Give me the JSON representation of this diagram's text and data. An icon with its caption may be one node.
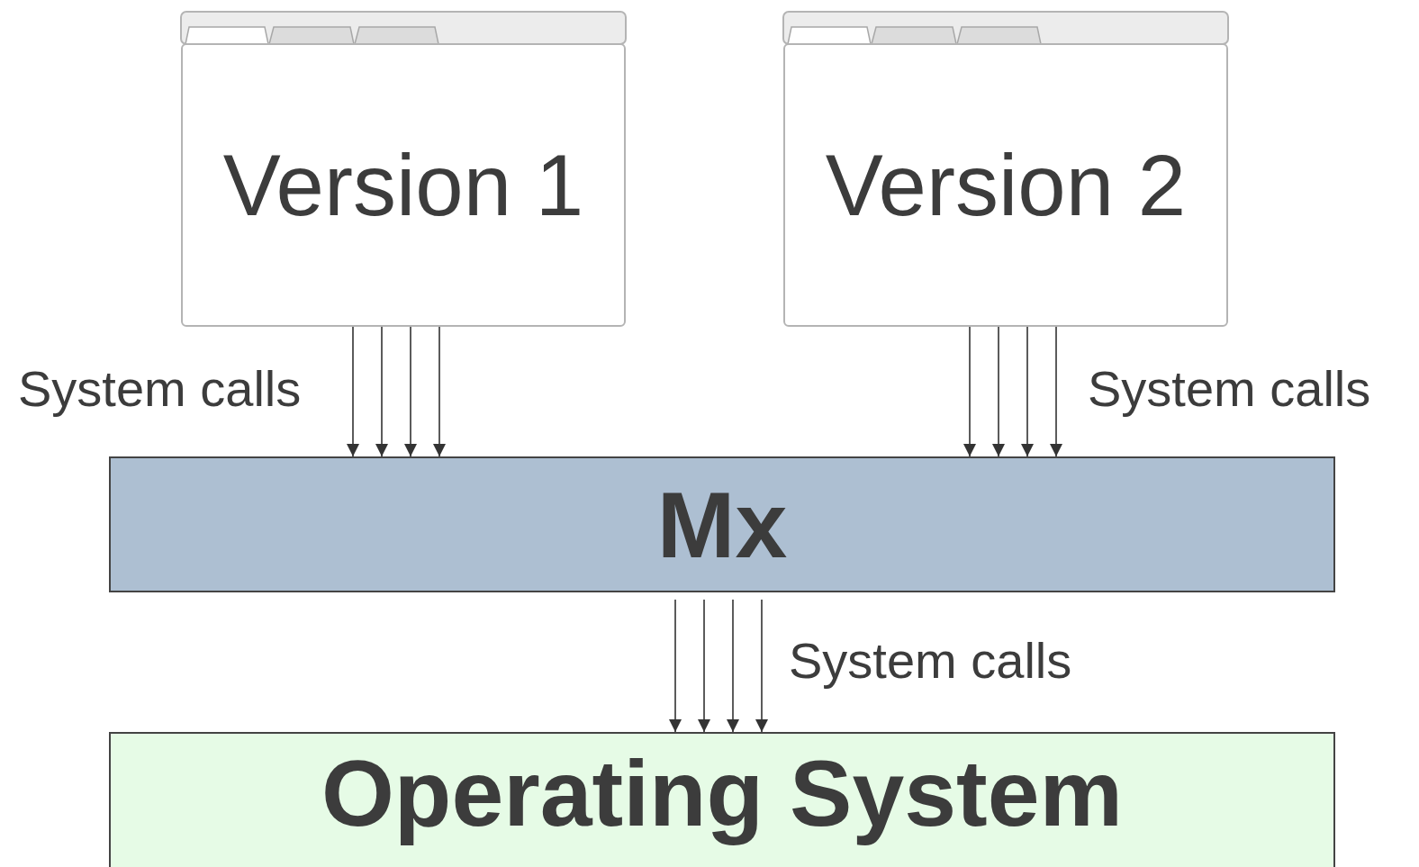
{
  "diagram": {
    "nodes": [
      {
        "text": [
          "Version 1"
        ]
      },
      {
        "text": [
          "Version 2"
        ]
      },
      {
        "text": [
          "Mx"
        ]
      },
      {
        "text": [
          "Operating System"
        ]
      }
    ],
    "edges": [
      {
        "from": 0,
        "to": 2,
        "arrow": "to"
      },
      {
        "from": 0,
        "to": 2,
        "arrow": "to"
      },
      {
        "from": 0,
        "to": 2,
        "arrow": "to"
      },
      {
        "from": 0,
        "to": 2,
        "arrow": "to"
      },
      {
        "from": 1,
        "to": 2,
        "arrow": "to"
      },
      {
        "from": 1,
        "to": 2,
        "arrow": "to"
      },
      {
        "from": 1,
        "to": 2,
        "arrow": "to"
      },
      {
        "from": 1,
        "to": 2,
        "arrow": "to"
      },
      {
        "from": 2,
        "to": 3,
        "arrow": "to"
      },
      {
        "from": 2,
        "to": 3,
        "arrow": "to"
      },
      {
        "from": 2,
        "to": 3,
        "arrow": "to"
      },
      {
        "from": 2,
        "to": 3,
        "arrow": "to"
      }
    ],
    "labels": [
      "System calls",
      "System calls",
      "System calls"
    ]
  }
}
